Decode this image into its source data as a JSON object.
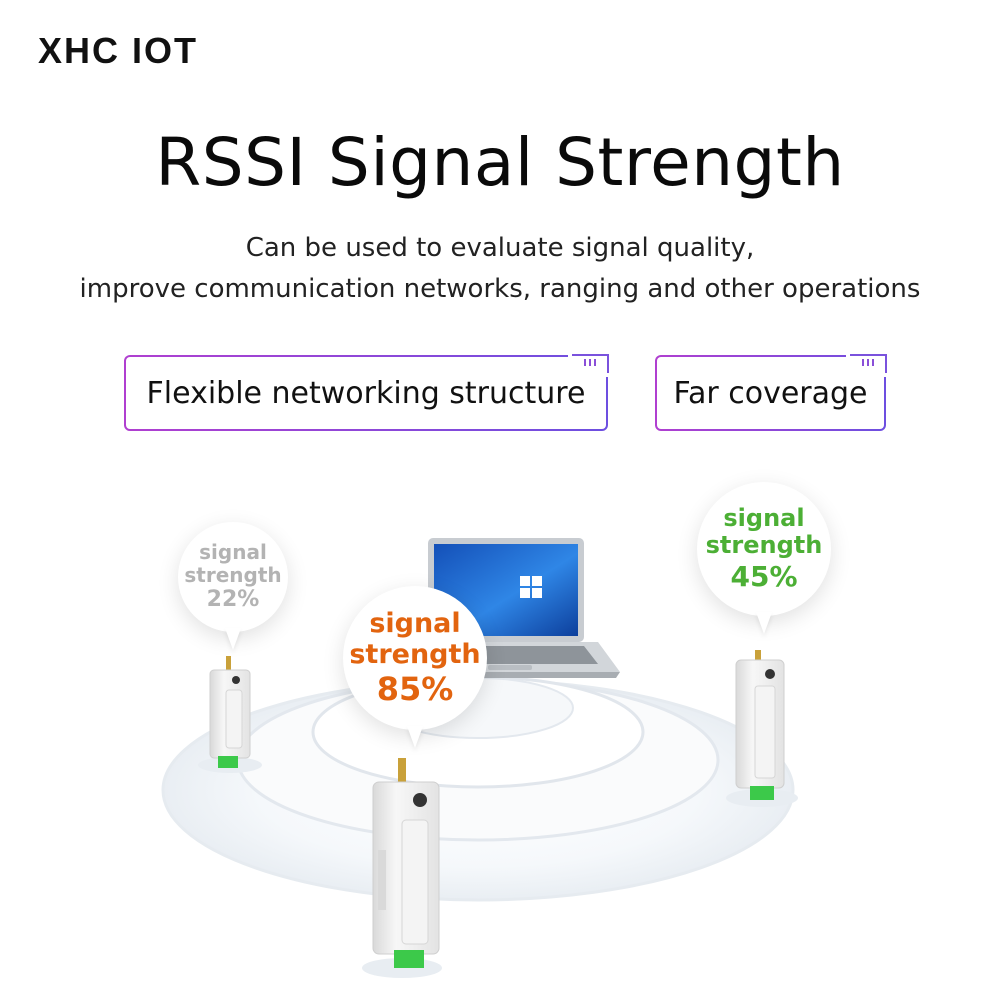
{
  "brand": "XHC IOT",
  "title": "RSSI Signal Strength",
  "subtitle": {
    "line1": "Can be used to evaluate signal quality,",
    "line2": "improve communication networks, ranging and other operations"
  },
  "tags": [
    {
      "label": "Flexible networking structure"
    },
    {
      "label": "Far coverage"
    }
  ],
  "bubbles": [
    {
      "line1": "signal",
      "line2": "strength",
      "value": "22%",
      "color": "#b3b3b3"
    },
    {
      "line1": "signal",
      "line2": "strength",
      "value": "85%",
      "color": "#e2640f"
    },
    {
      "line1": "signal",
      "line2": "strength",
      "value": "45%",
      "color": "#4caf35"
    }
  ],
  "colors": {
    "tag_border_start": "#b03fd0",
    "tag_border_end": "#6d4fe0",
    "device_body": "#eeeeee",
    "terminal_green": "#3cc94a",
    "laptop_screen": "#1f6fd1"
  }
}
